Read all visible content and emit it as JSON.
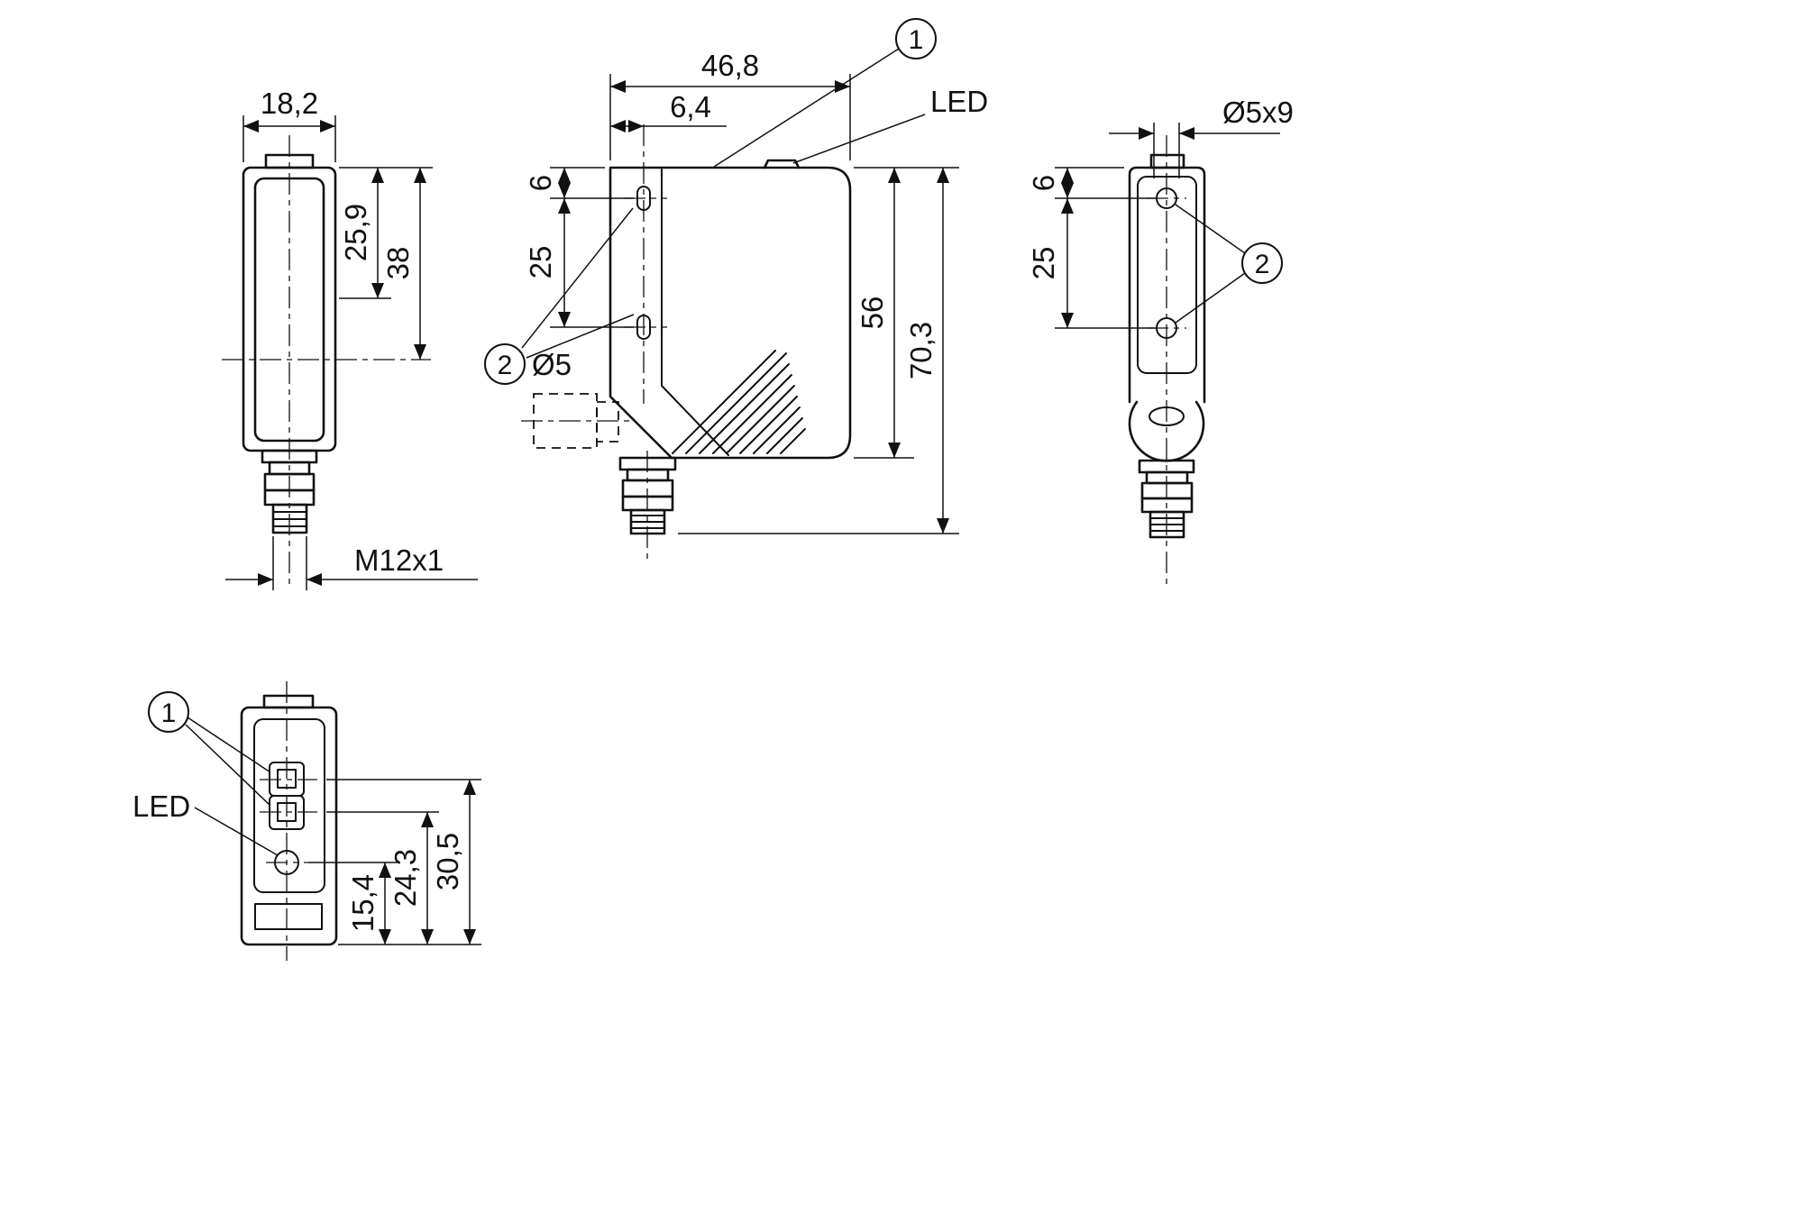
{
  "drawing": {
    "background": "#ffffff",
    "line_color": "#111111",
    "callouts": {
      "one": "1",
      "two": "2"
    },
    "led_label": "LED",
    "front_view": {
      "width": "18,2",
      "dim_upper": "25,9",
      "dim_axis": "38",
      "thread": "M12x1"
    },
    "side_view": {
      "depth": "46,8",
      "hole_offset": "6,4",
      "hole_from_top": "6",
      "hole_pitch": "25",
      "hole_diameter": "Ø5",
      "body_height": "56",
      "overall_height": "70,3"
    },
    "rear_view": {
      "slot": "Ø5x9",
      "hole_from_top": "6",
      "hole_pitch": "25"
    },
    "bottom_view": {
      "dim_led": "15,4",
      "dim_receiver": "24,3",
      "dim_transmitter": "30,5"
    }
  }
}
